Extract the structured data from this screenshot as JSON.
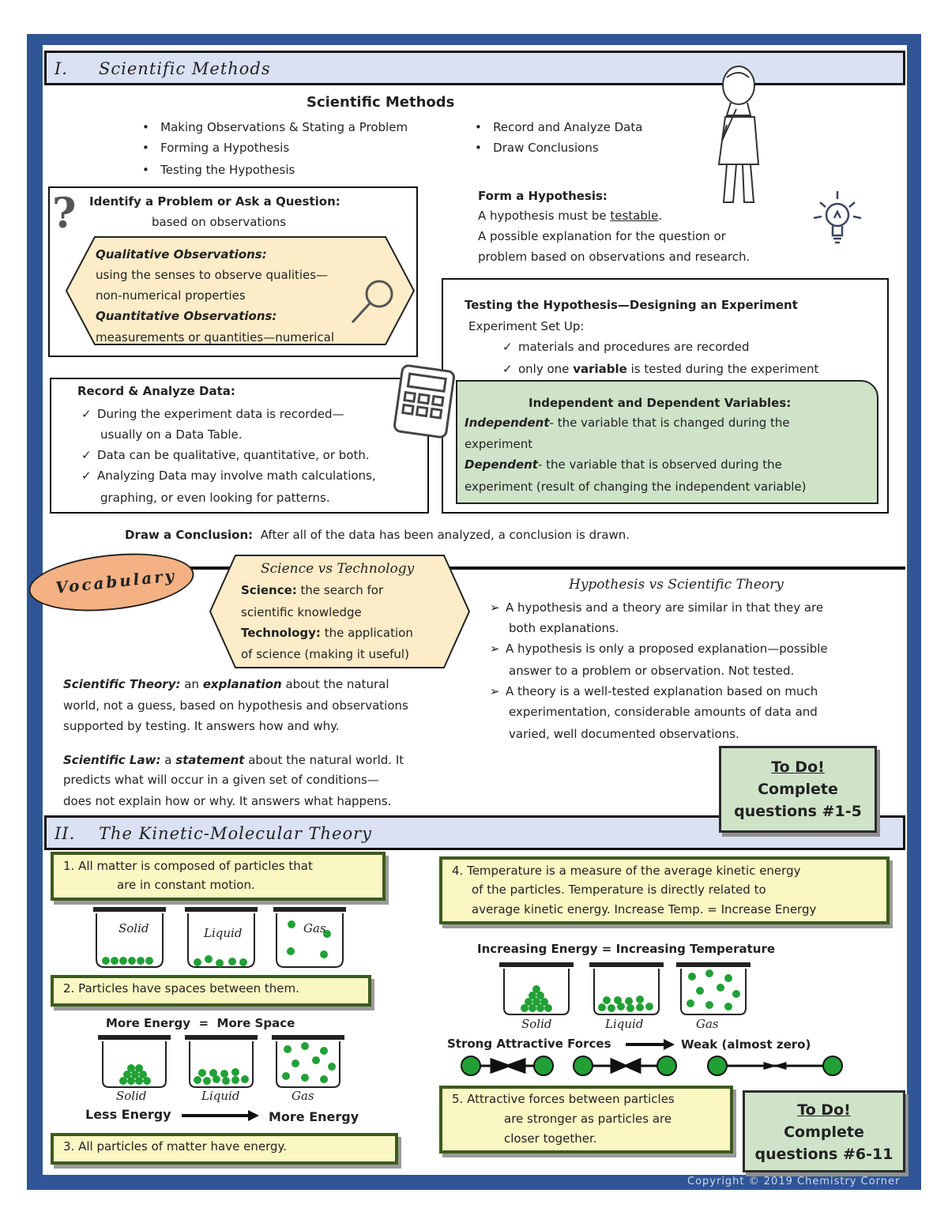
{
  "colors": {
    "frame": "#2f5596",
    "header_bg": "#d9e1f2",
    "qual_hex": "#fdecc8",
    "var_box": "#cfe3c8",
    "vocab_oval": "#f4b183",
    "note_bg": "#fbf7c3",
    "particle": "#22a036"
  },
  "icons": [
    "thinking-person-icon",
    "light-bulb-icon",
    "question-mark-icon",
    "magnifier-icon",
    "calculator-icon",
    "checkmark-icon",
    "arrow-bullet-icon"
  ],
  "section1": {
    "num": "I.",
    "title": "Scientific Methods"
  },
  "sm": {
    "title": "Scientific Methods",
    "left": [
      "Making Observations & Stating a Problem",
      "Forming a Hypothesis",
      "Testing the Hypothesis"
    ],
    "right": [
      "Record and Analyze Data",
      "Draw Conclusions"
    ]
  },
  "identify": {
    "title": "Identify a Problem or Ask a Question:",
    "sub": "based on observations",
    "qual_title": "Qualitative Observations:",
    "qual_1": "using the senses to observe qualities—",
    "qual_2": "non-numerical properties",
    "quant_title": "Quantitative Observations:",
    "quant_1": "measurements or quantities—numerical"
  },
  "form": {
    "title": "Form a Hypothesis:",
    "l1_pre": "A hypothesis must be ",
    "l1_u": "testable",
    "l1_post": ".",
    "l2": "A possible explanation  for the question or",
    "l3": "problem based on observations and research."
  },
  "testing": {
    "title": "Testing the Hypothesis—Designing an Experiment",
    "sub": "Experiment Set Up:",
    "c1": "materials and procedures are recorded",
    "c2_pre": "only one ",
    "c2_b": "variable",
    "c2_post": " is tested during the experiment"
  },
  "vars": {
    "title": "Independent and Dependent Variables:",
    "ind": "Independent",
    "ind_t1": "- the variable that is changed during the",
    "ind_t2": "experiment",
    "dep": "Dependent",
    "dep_t1": "- the variable that is observed during the",
    "dep_t2": "experiment (result of changing the independent variable)"
  },
  "record": {
    "title": "Record & Analyze Data:",
    "c1a": "During the experiment data is recorded—",
    "c1b": "usually on a Data Table.",
    "c2": "Data can be qualitative, quantitative, or both.",
    "c3a": "Analyzing Data may involve math calculations,",
    "c3b": "graphing, or even looking for patterns."
  },
  "conclusion": {
    "label": "Draw a Conclusion:",
    "text": "After all of the data has been analyzed, a conclusion is drawn."
  },
  "vocab": {
    "label": "Vocabulary"
  },
  "svt": {
    "title": "Science vs Technology",
    "sci_b": "Science:",
    "sci_1": " the search for",
    "sci_2": "scientific knowledge",
    "tech_b": "Technology:",
    "tech_1": " the application",
    "tech_2": "of science (making it useful)"
  },
  "hvt": {
    "title": "Hypothesis vs Scientific Theory",
    "b1a": "A hypothesis and a theory are similar in that they are",
    "b1b": "both explanations.",
    "b2a": "A hypothesis is only a proposed explanation—possible",
    "b2b": "answer to a problem or observation. Not tested.",
    "b3a": "A theory is a well-tested explanation based on much",
    "b3b": "experimentation, considerable amounts of data and",
    "b3c": "varied, well documented observations."
  },
  "theory": {
    "label": "Scientific Theory:",
    "pre": " an ",
    "bi": "explanation",
    "post": " about the natural",
    "l2": "world, not a guess, based on  hypothesis and observations",
    "l3": "supported by testing. It answers how and why."
  },
  "law": {
    "label": "Scientific Law:",
    "pre": " a ",
    "bi": "statement",
    "post": " about the natural world. It",
    "l2": "predicts what will occur in a given set of conditions—",
    "l3": "does not explain how or why. It answers what happens."
  },
  "todo1": {
    "l1": "To Do!",
    "l2": "Complete",
    "l3": "questions #1-5"
  },
  "section2": {
    "num": "II.",
    "title": "The Kinetic-Molecular Theory"
  },
  "p1": {
    "a": "1.  All matter is composed of particles that",
    "b": "are in constant motion."
  },
  "p2": "2.  Particles have spaces between them.",
  "p3": "3.  All particles of matter have energy.",
  "p4": {
    "a": "4.  Temperature is a measure of the average kinetic energy",
    "b": "of the particles. Temperature is directly related to",
    "c": "average kinetic energy.  Increase Temp. = Increase Energy"
  },
  "p5": {
    "a": "5.  Attractive forces between particles",
    "b": "are stronger as particles are",
    "c": "closer together."
  },
  "states": {
    "solid": "Solid",
    "liquid": "Liquid",
    "gas": "Gas"
  },
  "more_energy": {
    "a": "More Energy",
    "eq": "=",
    "b": "More Space"
  },
  "less_more": {
    "less": "Less Energy",
    "more": "More Energy"
  },
  "inc_energy": "Increasing Energy = Increasing Temperature",
  "forces": {
    "strong": "Strong Attractive Forces",
    "weak": "Weak (almost zero)"
  },
  "todo2": {
    "l1": "To Do!",
    "l2": "Complete",
    "l3": "questions #6-11"
  },
  "copyright": "Copyright © 2019 Chemistry Corner"
}
